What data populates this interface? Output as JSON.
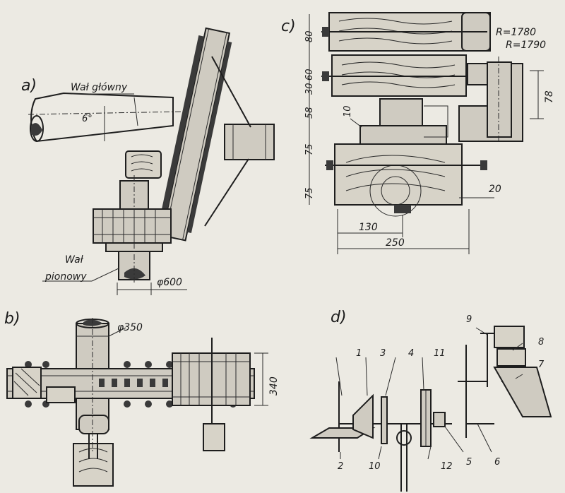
{
  "panels": {
    "a": {
      "letter": "a)",
      "main_shaft_label": "Wał główny",
      "angle_label": "6°",
      "vertical_shaft_label_1": "Wał",
      "vertical_shaft_label_2": "pionowy",
      "diameter_label": "φ600"
    },
    "b": {
      "letter": "b)",
      "diameter_label": "φ350",
      "height_label": "340"
    },
    "c": {
      "letter": "c)",
      "radius_1": "R=1780",
      "radius_2": "R=1790",
      "dims_left": [
        "80",
        "60",
        "30",
        "58",
        "75",
        "75"
      ],
      "dim_10": "10",
      "dim_78": "78",
      "dim_20": "20",
      "dim_130": "130",
      "dim_250": "250"
    },
    "d": {
      "letter": "d)",
      "part_numbers": [
        "1",
        "2",
        "3",
        "4",
        "5",
        "6",
        "7",
        "8",
        "9",
        "10",
        "11",
        "12"
      ]
    }
  }
}
